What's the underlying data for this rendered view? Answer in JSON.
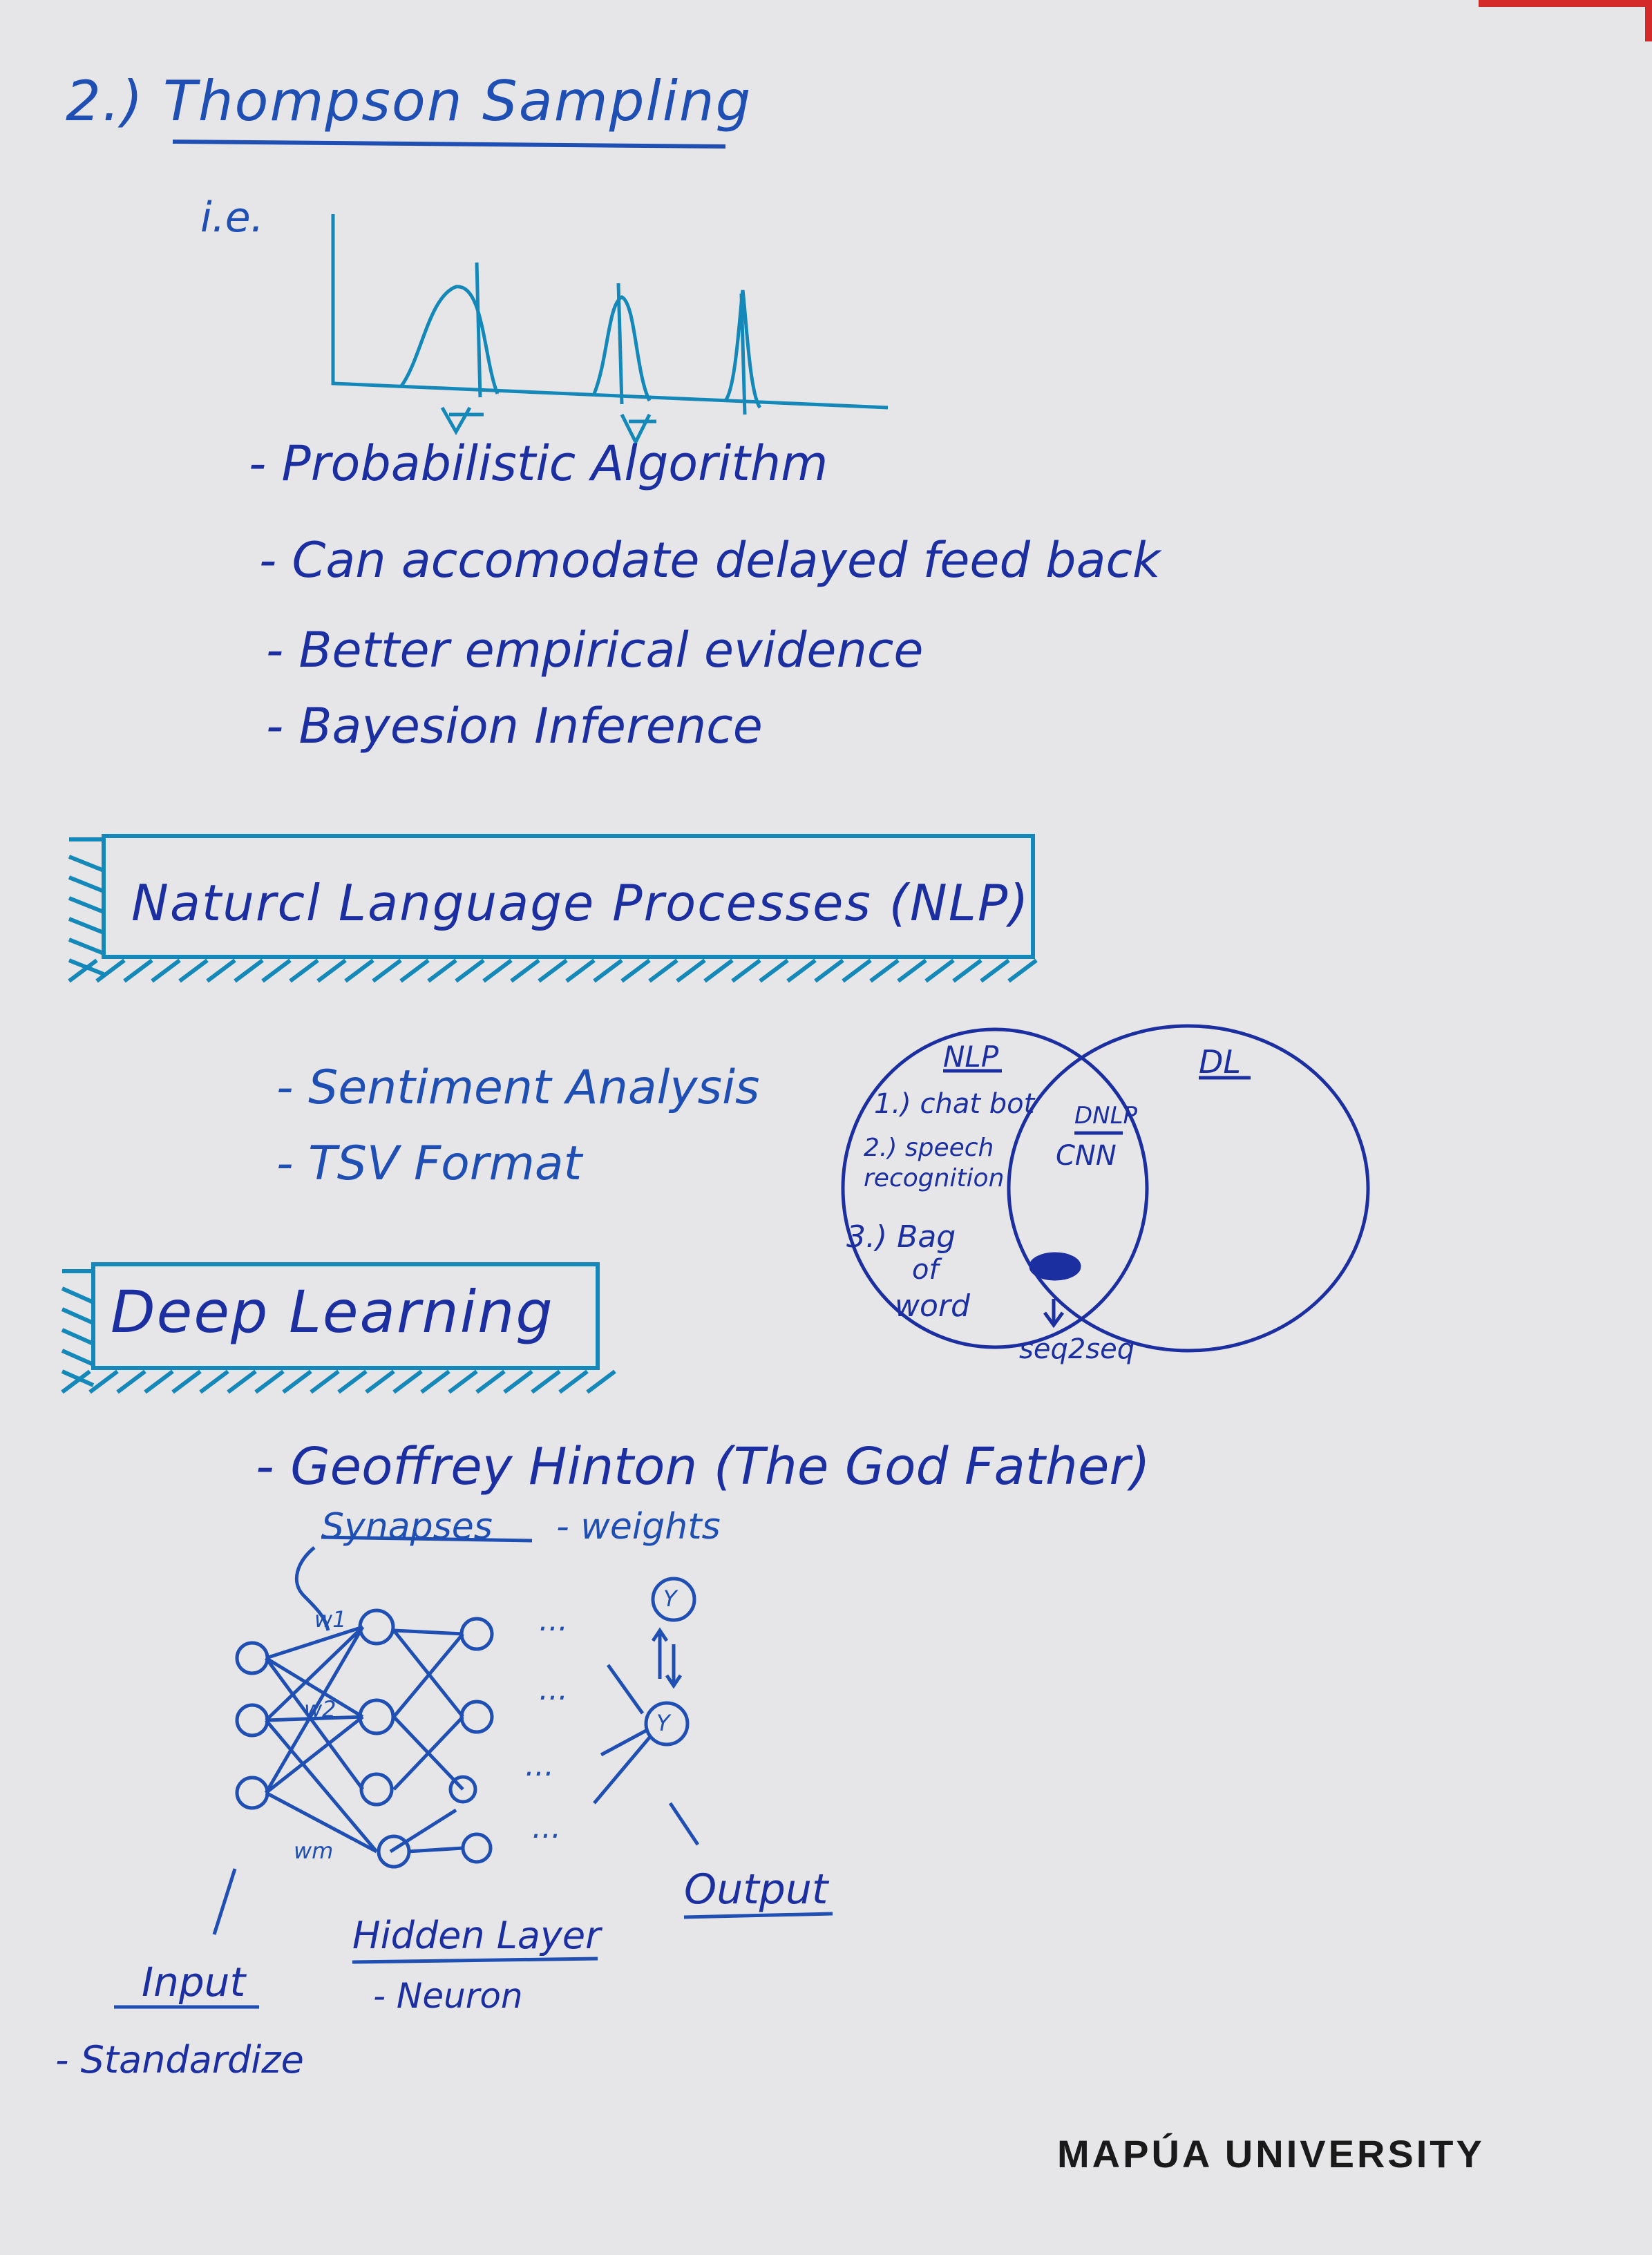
{
  "thompson": {
    "title": "2.) Thompson Sampling",
    "ie": "i.e.",
    "bullets": [
      "- Probabilistic Algorithm",
      "- Can accomodate delayed feed back",
      "- Better empirical evidence",
      "- Bayesion Inference"
    ]
  },
  "nlp": {
    "title": "Naturcl Language Processes (NLP)",
    "bullets": [
      "- Sentiment Analysis",
      "- TSV Format"
    ]
  },
  "venn": {
    "left_label": "NLP",
    "right_label": "DL",
    "items": [
      "1.) chat bot",
      "2.) speech recognition",
      "3.) Bag",
      "of",
      "word"
    ],
    "overlap_label": "DNLP",
    "overlap_item": "CNN",
    "bottom_label": "seq2seq"
  },
  "deep_learning": {
    "title": "Deep Learning",
    "bullet": "- Geoffrey Hinton (The God Father)",
    "synapses": "Synapses",
    "weights": "- weights",
    "w1": "w1",
    "w2": "w2",
    "wm": "wm",
    "dots": "...",
    "y": "Y",
    "input_label": "Input",
    "standardize": "- Standardize",
    "hidden_label": "Hidden Layer",
    "neuron": "- Neuron",
    "output_label": "Output"
  },
  "brand": "MAPÚA UNIVERSITY"
}
